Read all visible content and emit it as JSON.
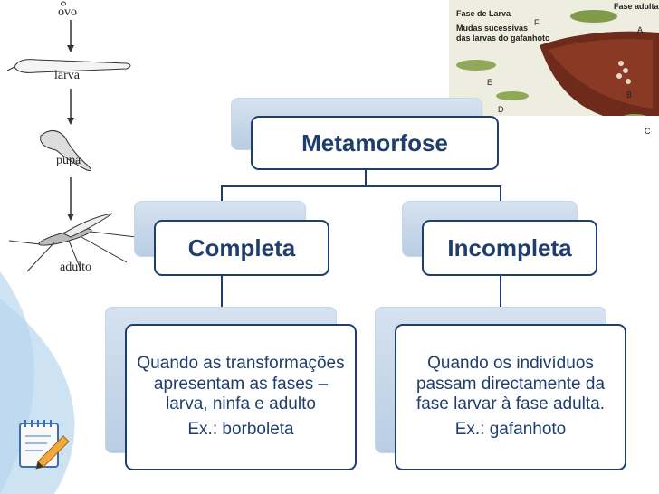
{
  "diagram": {
    "root": "Metamorfose",
    "branches": [
      {
        "label": "Completa",
        "description": "Quando as transformações apresentam as fases – larva, ninfa e adulto",
        "example": "Ex.: borboleta"
      },
      {
        "label": "Incompleta",
        "description": "Quando os indivíduos passam directamente da fase larvar à fase adulta.",
        "example": "Ex.: gafanhoto"
      }
    ]
  },
  "life_cycle": {
    "stages": [
      "ovo",
      "larva",
      "pupa",
      "adulto"
    ]
  },
  "photo": {
    "heading": "Fase de Larva",
    "subheading_line1": "Mudas sucessivas",
    "subheading_line2": "das larvas do gafanhoto",
    "adult_label": "Fase adulta",
    "markers": [
      "F",
      "A",
      "E",
      "B",
      "D",
      "C"
    ]
  },
  "colors": {
    "border": "#1f3e6e",
    "back_box": "#c7d5e6",
    "text": "#1f3e6e"
  },
  "icons": [
    "notepad-pencil-icon"
  ]
}
